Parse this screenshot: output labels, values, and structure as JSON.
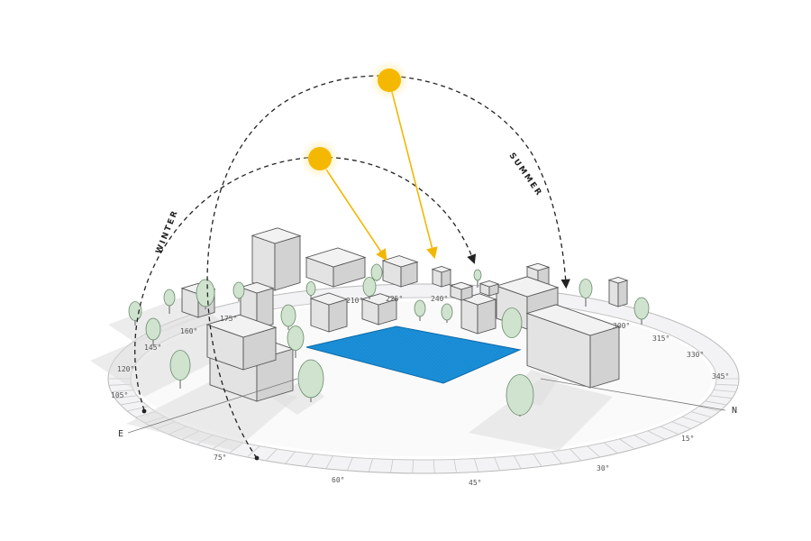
{
  "labels": {
    "winter": "WINTER",
    "summer": "SUMMER",
    "east": "E",
    "north": "N"
  },
  "angle_ticks": [
    {
      "label": "75°"
    },
    {
      "label": "60°"
    },
    {
      "label": "45°"
    },
    {
      "label": "30°"
    },
    {
      "label": "15°"
    },
    {
      "label": "345°"
    },
    {
      "label": "330°"
    },
    {
      "label": "315°"
    },
    {
      "label": "300°"
    },
    {
      "label": "240°"
    },
    {
      "label": "225°"
    },
    {
      "label": "210°"
    },
    {
      "label": "175°"
    },
    {
      "label": "160°"
    },
    {
      "label": "145°"
    },
    {
      "label": "120°"
    },
    {
      "label": "105°"
    }
  ],
  "colors": {
    "sun": "#f5b800",
    "sun_glow": "#fde58a",
    "solar_panel": "#1a8fd8",
    "ray": "#f2b705",
    "ground": "#f4f4f6"
  }
}
